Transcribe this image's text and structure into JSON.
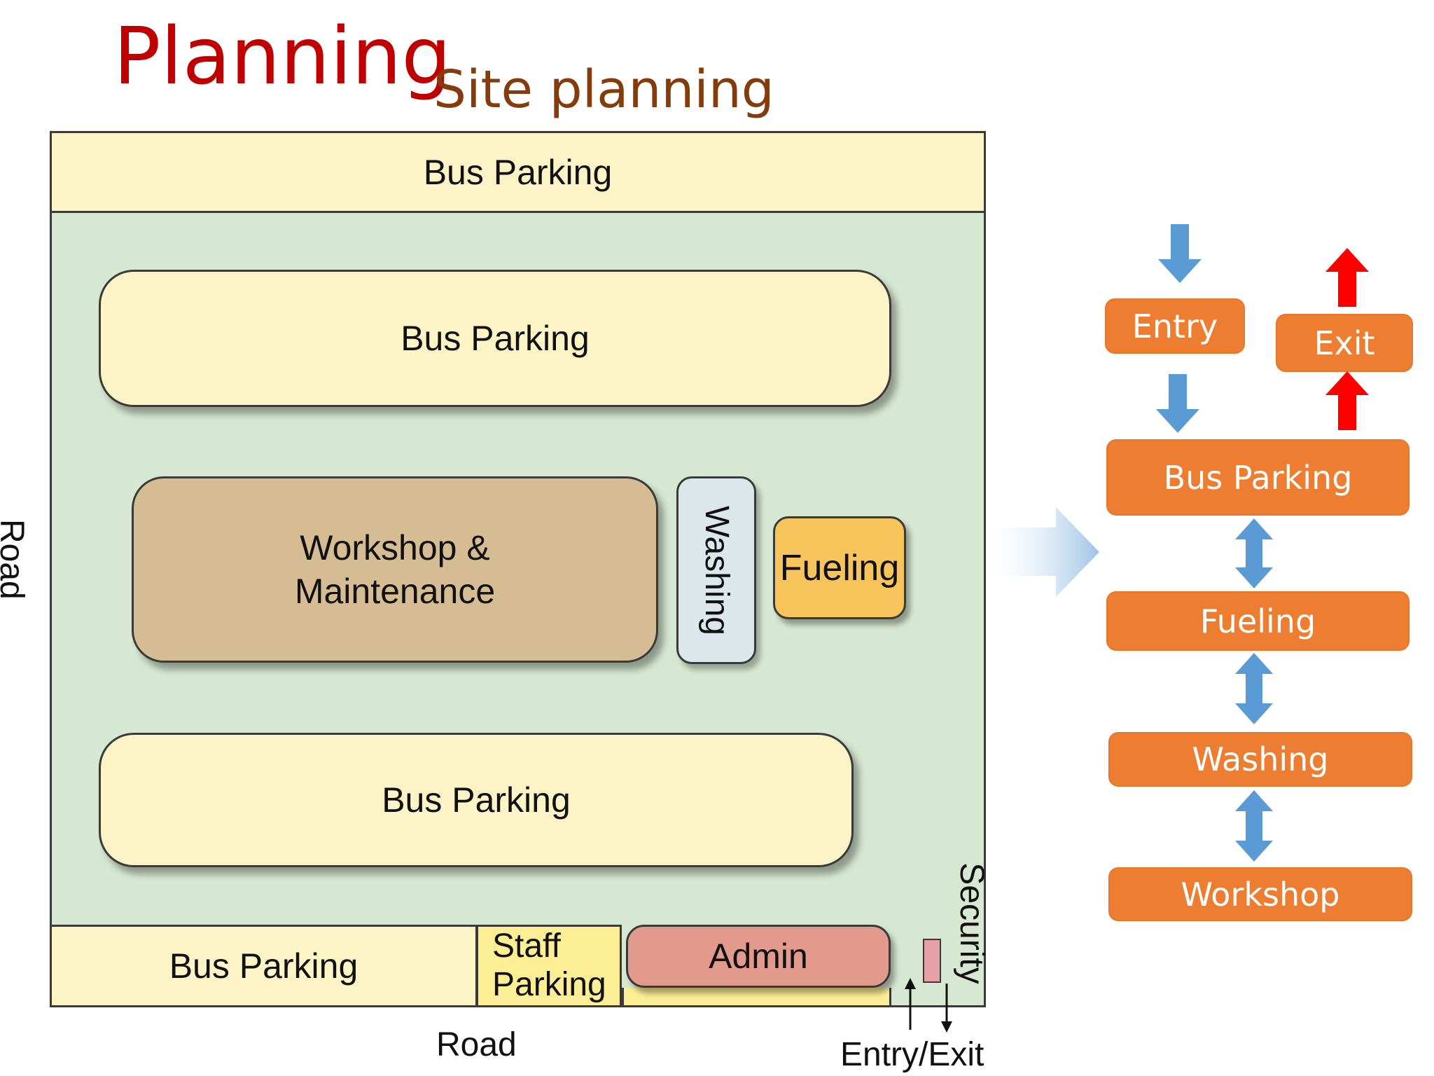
{
  "header": {
    "title": "Planning",
    "subtitle": "Site planning"
  },
  "site_plan": {
    "top_strip": "Bus Parking",
    "parking_upper": "Bus Parking",
    "workshop_line1": "Workshop &",
    "workshop_line2": "Maintenance",
    "washing": "Washing",
    "fueling": "Fueling",
    "parking_lower": "Bus Parking",
    "bottom_parking": "Bus Parking",
    "staff_line1": "Staff",
    "staff_line2": "Parking",
    "admin": "Admin",
    "security": "Security",
    "road_left": "Road",
    "road_bottom": "Road",
    "entry_exit": "Entry/Exit"
  },
  "flow": {
    "entry": "Entry",
    "exit": "Exit",
    "bus_parking": "Bus Parking",
    "fueling": "Fueling",
    "washing": "Washing",
    "workshop": "Workshop"
  },
  "colors": {
    "title": "#c00000",
    "subtitle": "#843c0c",
    "flow_box": "#ed7d31",
    "arrow_blue": "#5b9bd5",
    "arrow_red": "#ff0000",
    "site_ground": "#d7e8d2"
  }
}
